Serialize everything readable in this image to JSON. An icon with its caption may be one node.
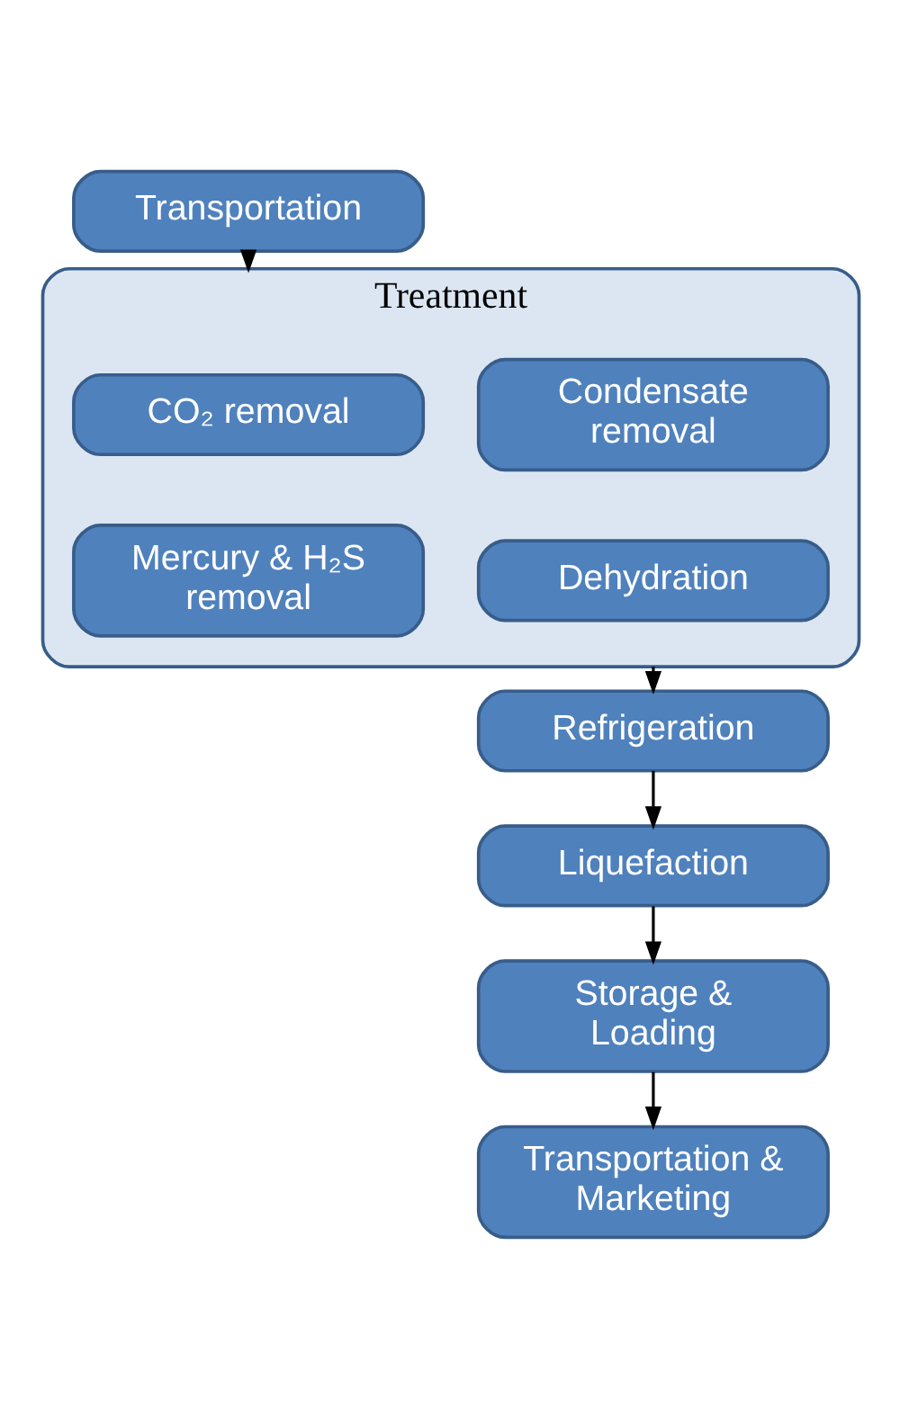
{
  "diagram": {
    "nodes": [
      {
        "text": [
          "Transportation"
        ]
      },
      {
        "text": [
          "Treatment"
        ]
      },
      {
        "text": [
          "Condensate removal"
        ],
        "in": 1
      },
      {
        "text": [
          "CO₂ removal"
        ],
        "in": 1
      },
      {
        "text": [
          "Dehydration"
        ],
        "in": 1
      },
      {
        "text": [
          "Mercury & H₂S removal"
        ],
        "in": 1
      },
      {
        "text": [
          "Refrigeration"
        ]
      },
      {
        "text": [
          "Liquefaction"
        ]
      },
      {
        "text": [
          "Storage & Loading"
        ]
      },
      {
        "text": [
          "Transportation & Marketing"
        ]
      }
    ],
    "edges": [
      {
        "from": 0,
        "to": 1,
        "arrow": "to"
      },
      {
        "from": 1,
        "to": 6,
        "arrow": "to"
      },
      {
        "from": 6,
        "to": 7,
        "arrow": "to"
      },
      {
        "from": 7,
        "to": 8,
        "arrow": "to"
      },
      {
        "from": 8,
        "to": 9,
        "arrow": "to"
      }
    ]
  }
}
